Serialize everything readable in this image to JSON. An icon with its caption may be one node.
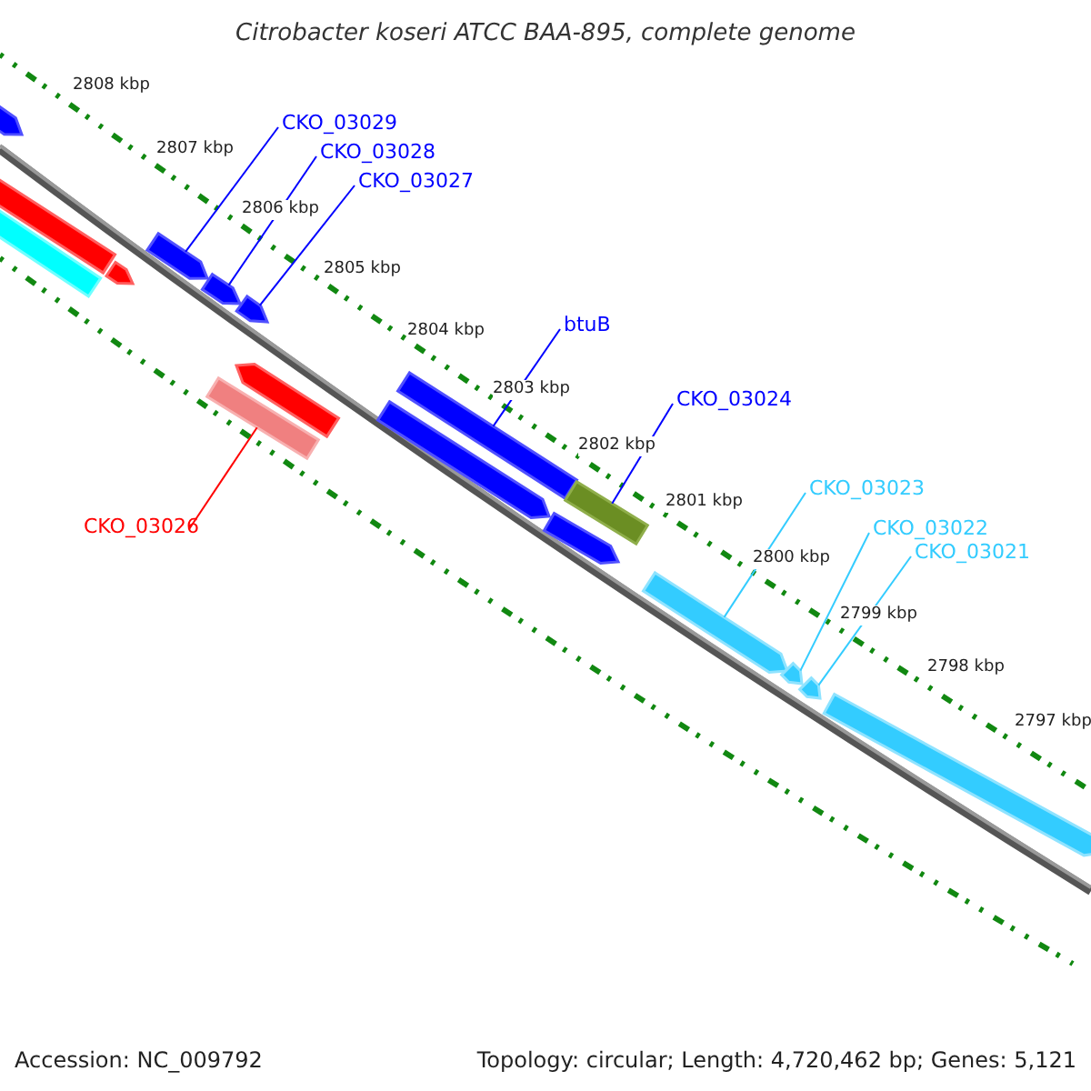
{
  "diagram": {
    "title": "Citrobacter koseri ATCC BAA-895, complete genome",
    "nodes": [
      {
        "text": [
          "CKO_03029"
        ]
      },
      {
        "text": [
          "CKO_03028"
        ]
      },
      {
        "text": [
          "CKO_03027"
        ]
      },
      {
        "text": [
          "btuB"
        ]
      },
      {
        "text": [
          "CKO_03024"
        ]
      },
      {
        "text": [
          "CKO_03026"
        ]
      },
      {
        "text": [
          "CKO_03023"
        ]
      },
      {
        "text": [
          "CKO_03022"
        ]
      },
      {
        "text": [
          "CKO_03021"
        ]
      },
      {
        "text": [],
        "shape": "bar"
      },
      {
        "text": [],
        "shape": "bar"
      },
      {
        "text": [],
        "shape": "bar"
      },
      {
        "text": [],
        "shape": "bar"
      },
      {
        "text": [],
        "shape": "bar"
      },
      {
        "text": [],
        "shape": "bar"
      },
      {
        "text": [],
        "shape": "bar"
      },
      {
        "text": [],
        "shape": "bar"
      },
      {
        "text": [],
        "shape": "bar"
      },
      {
        "text": [],
        "shape": "bar"
      },
      {
        "text": [],
        "shape": "bar"
      },
      {
        "text": [],
        "shape": "bar"
      },
      {
        "text": [],
        "shape": "bar"
      },
      {
        "text": [],
        "shape": "bar"
      },
      {
        "text": [],
        "shape": "bar"
      },
      {
        "text": [],
        "shape": "bar"
      },
      {
        "text": [],
        "shape": "bar"
      }
    ],
    "edges": [
      {
        "from": 0,
        "to": 13,
        "arrow": "none"
      },
      {
        "from": 1,
        "to": 14,
        "arrow": "none"
      },
      {
        "from": 2,
        "to": 15,
        "arrow": "none"
      },
      {
        "from": 3,
        "to": 18,
        "arrow": "none"
      },
      {
        "from": 4,
        "to": 20,
        "arrow": "none"
      },
      {
        "from": 5,
        "to": 17,
        "arrow": "none",
        "color": "#ff0000"
      },
      {
        "from": 6,
        "to": 22,
        "arrow": "none",
        "color": "#33ccff"
      },
      {
        "from": 7,
        "to": 23,
        "arrow": "none",
        "color": "#33ccff"
      },
      {
        "from": 8,
        "to": 24,
        "arrow": "none",
        "color": "#33ccff"
      }
    ],
    "labels": [
      "2808 kbp",
      "2807 kbp",
      "2806 kbp",
      "2805 kbp",
      "2804 kbp",
      "2803 kbp",
      "2802 kbp",
      "2801 kbp",
      "2800 kbp",
      "2799 kbp",
      "2798 kbp",
      "2797 kbp",
      "Accession: NC_009792",
      "Topology: circular; Length: 4,720,462 bp; Genes: 5,121"
    ]
  }
}
